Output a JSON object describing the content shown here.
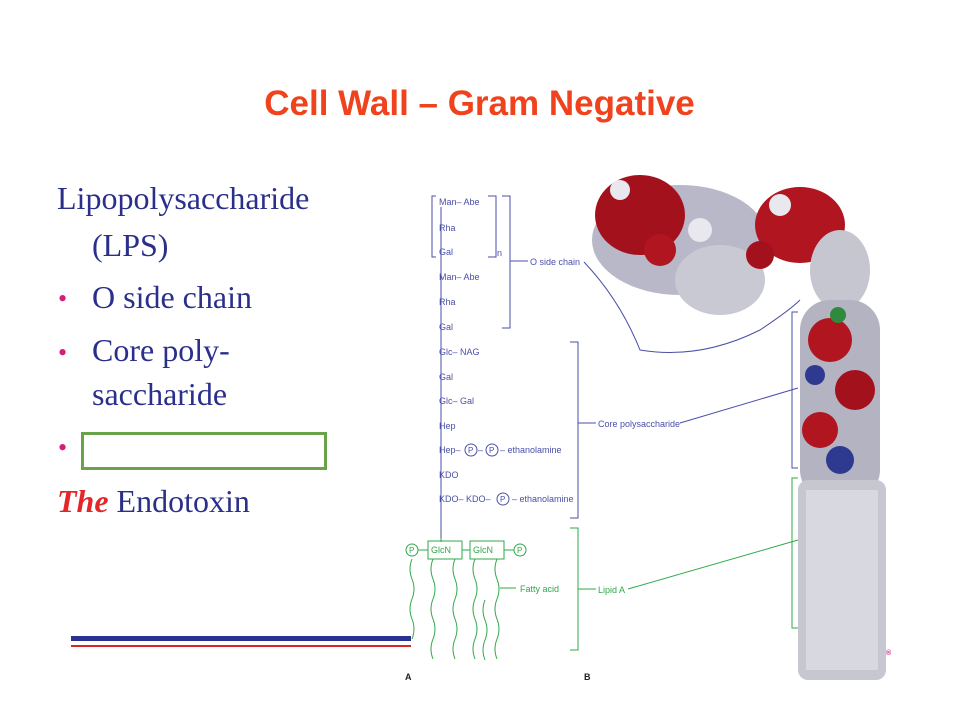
{
  "title": "Cell Wall – Gram Negative",
  "text": {
    "lps_line1": "Lipopolysaccharide",
    "lps_line2": "(LPS)",
    "bullet1": "O side chain",
    "bullet2_line1": "Core poly-",
    "bullet2_line2": "saccharide",
    "bullet_symbol": "•",
    "the": "The",
    "endotoxin": "Endotoxin"
  },
  "diagram": {
    "sugars": [
      "Man– Abe",
      "Rha",
      "Gal",
      "Man– Abe",
      "Rha",
      "Gal",
      "Glc– NAG",
      "Gal",
      "Glc– Gal",
      "Hep",
      "Hep–",
      "KDO",
      "KDO– KDO–"
    ],
    "repeat_n": "n",
    "phosphate_symbol": "P",
    "ethanolamine": "– ethanolamine",
    "glcn": "GlcN",
    "fatty_acid": "Fatty  acid",
    "o_side_chain": "O side chain",
    "core_polysaccharide": "Core polysaccharide",
    "lipid_a": "Lipid A",
    "panel_a": "A",
    "panel_b": "B",
    "registered": "®"
  },
  "colors": {
    "title": "#f0421d",
    "body_text": "#2a2f8a",
    "bullet": "#d61e78",
    "emphasis": "#e3262a",
    "box_border": "#6aa24a",
    "schematic_lines": "#4a4fa8",
    "lipid_green": "#2fa84a",
    "rule_blue": "#2b3190",
    "rule_red": "#d6262c"
  }
}
